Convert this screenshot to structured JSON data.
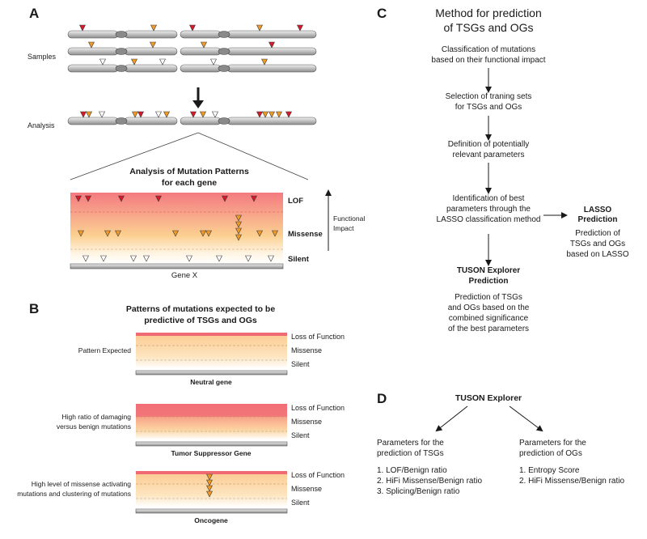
{
  "colors": {
    "lof": "#d7192b",
    "missense": "#f29a26",
    "missense_text": "#e8542a",
    "silent": "#ffffff",
    "lof_label": "#c8282a",
    "silent_label": "#7a7a7a",
    "band_top": "#f47a80",
    "band_mid": "#fbc98e",
    "chrom_fill": "#bdbdbd"
  },
  "panelA": {
    "letter": "A",
    "samples_label": "Samples",
    "analysis_label": "Analysis",
    "title_line1": "Analysis of Mutation Patterns",
    "title_line2": "for each gene",
    "lof_label": "LOF",
    "missense_label": "Missense",
    "silent_label": "Silent",
    "gene_label": "Gene X",
    "impact_line1": "Functional",
    "impact_line2": "Impact"
  },
  "panelB": {
    "letter": "B",
    "title_line1": "Patterns of mutations expected to be",
    "title_line2": "predictive of TSGs and OGs",
    "rows": [
      {
        "desc_lines": [
          "Pattern Expected"
        ],
        "gene": "Neutral gene",
        "lof": "Loss of Function",
        "missense": "Missense",
        "silent": "Silent"
      },
      {
        "desc_lines": [
          "High ratio of damaging",
          "versus benign mutations"
        ],
        "gene": "Tumor Suppressor Gene",
        "lof": "Loss of Function",
        "missense": "Missense",
        "silent": "Silent"
      },
      {
        "desc_lines": [
          "High level of missense activating",
          "mutations and clustering of mutations"
        ],
        "gene": "Oncogene",
        "lof": "Loss of Function",
        "missense": "Missense",
        "silent": "Silent"
      }
    ]
  },
  "panelC": {
    "letter": "C",
    "title_line1": "Method for prediction",
    "title_line2": "of TSGs and OGs",
    "steps": [
      [
        "Classification of mutations",
        "based on their functional impact"
      ],
      [
        "Selection of traning sets",
        "for TSGs and OGs"
      ],
      [
        "Definition of potentially",
        "relevant parameters"
      ],
      [
        "Identification of best",
        "parameters through the",
        "LASSO classification method"
      ]
    ],
    "lasso_title": [
      "LASSO",
      "Prediction"
    ],
    "lasso_desc": [
      "Prediction of",
      "TSGs and OGs",
      "based on LASSO"
    ],
    "tuson_title": [
      "TUSON Explorer",
      "Prediction"
    ],
    "tuson_desc": [
      "Prediction of TSGs",
      "and OGs based on the",
      "combined significance",
      "of the best parameters"
    ]
  },
  "panelD": {
    "letter": "D",
    "title": "TUSON Explorer",
    "left_head": [
      "Parameters for the",
      "prediction of TSGs"
    ],
    "left_items": [
      "1. LOF/Benign ratio",
      "2. HiFi Missense/Benign ratio",
      "3. Splicing/Benign ratio"
    ],
    "right_head": [
      "Parameters for the",
      "prediction of OGs"
    ],
    "right_items": [
      "1. Entropy Score",
      "2. HiFi Missense/Benign ratio"
    ]
  }
}
